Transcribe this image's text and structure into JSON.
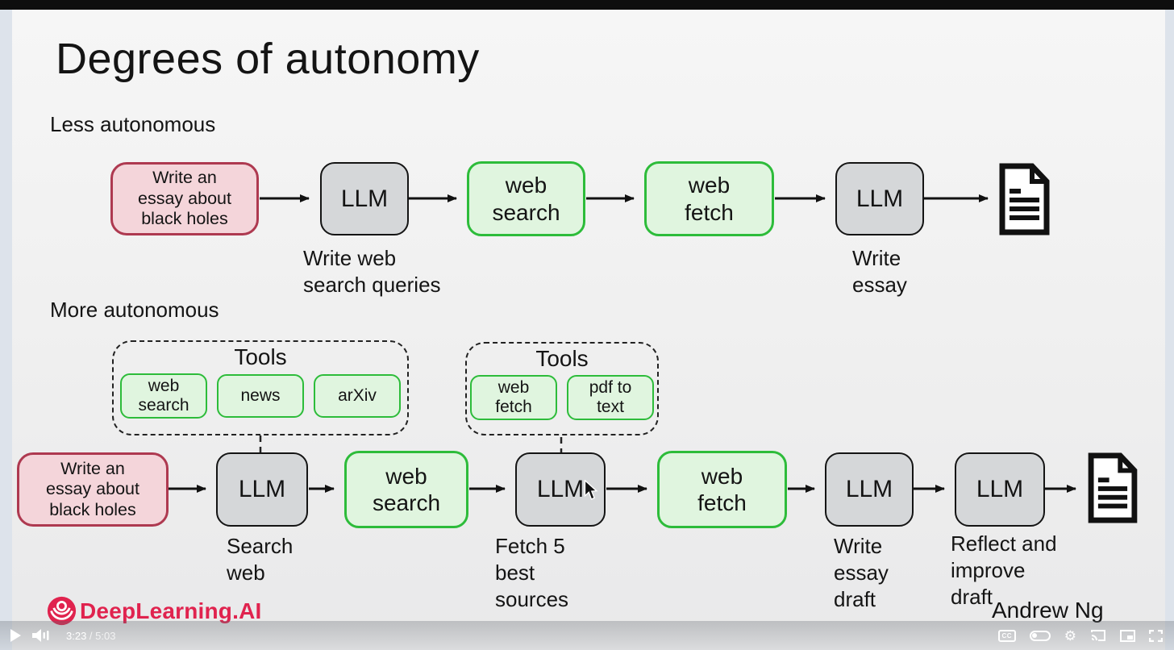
{
  "colors": {
    "prompt_fill": "#f4d5da",
    "prompt_border": "#ae3950",
    "tool_fill": "#e0f5df",
    "tool_border": "#2dbc3a",
    "llm_fill": "#d5d7d9",
    "llm_border": "#141414",
    "brand_red": "#e0234e",
    "arrow_color": "#111111"
  },
  "slide": {
    "title": "Degrees of autonomy",
    "less_label": "Less autonomous",
    "more_label": "More autonomous",
    "author": "Andrew Ng",
    "brand": "DeepLearning.AI"
  },
  "row1": {
    "prompt": "Write an\nessay about\nblack holes",
    "llm1": "LLM",
    "llm1_caption": "Write web\nsearch queries",
    "web_search": "web\nsearch",
    "web_fetch": "web\nfetch",
    "llm2": "LLM",
    "llm2_caption": "Write\nessay",
    "output_icon": "document-icon"
  },
  "tools1": {
    "title": "Tools",
    "items": [
      "web\nsearch",
      "news",
      "arXiv"
    ]
  },
  "tools2": {
    "title": "Tools",
    "items": [
      "web\nfetch",
      "pdf to\ntext"
    ]
  },
  "row2": {
    "prompt": "Write an\nessay about\nblack holes",
    "llm1": "LLM",
    "llm1_caption": "Search\nweb",
    "web_search": "web\nsearch",
    "llm2": "LLM",
    "llm2_caption": "Fetch 5\nbest\nsources",
    "web_fetch": "web\nfetch",
    "llm3": "LLM",
    "llm3_caption": "Write\nessay\ndraft",
    "llm4": "LLM",
    "llm4_caption": "Reflect and\nimprove\ndraft",
    "output_icon": "document-icon"
  },
  "player": {
    "time_current": "3:23",
    "time_separator": " / ",
    "time_duration": "5:03",
    "icons": [
      "play-icon",
      "volume-icon",
      "cc-icon",
      "autoplay-toggle-icon",
      "settings-gear-icon",
      "cast-icon",
      "miniplayer-icon",
      "fullscreen-icon"
    ],
    "cc_label": "CC",
    "gear_glyph": "⚙"
  }
}
